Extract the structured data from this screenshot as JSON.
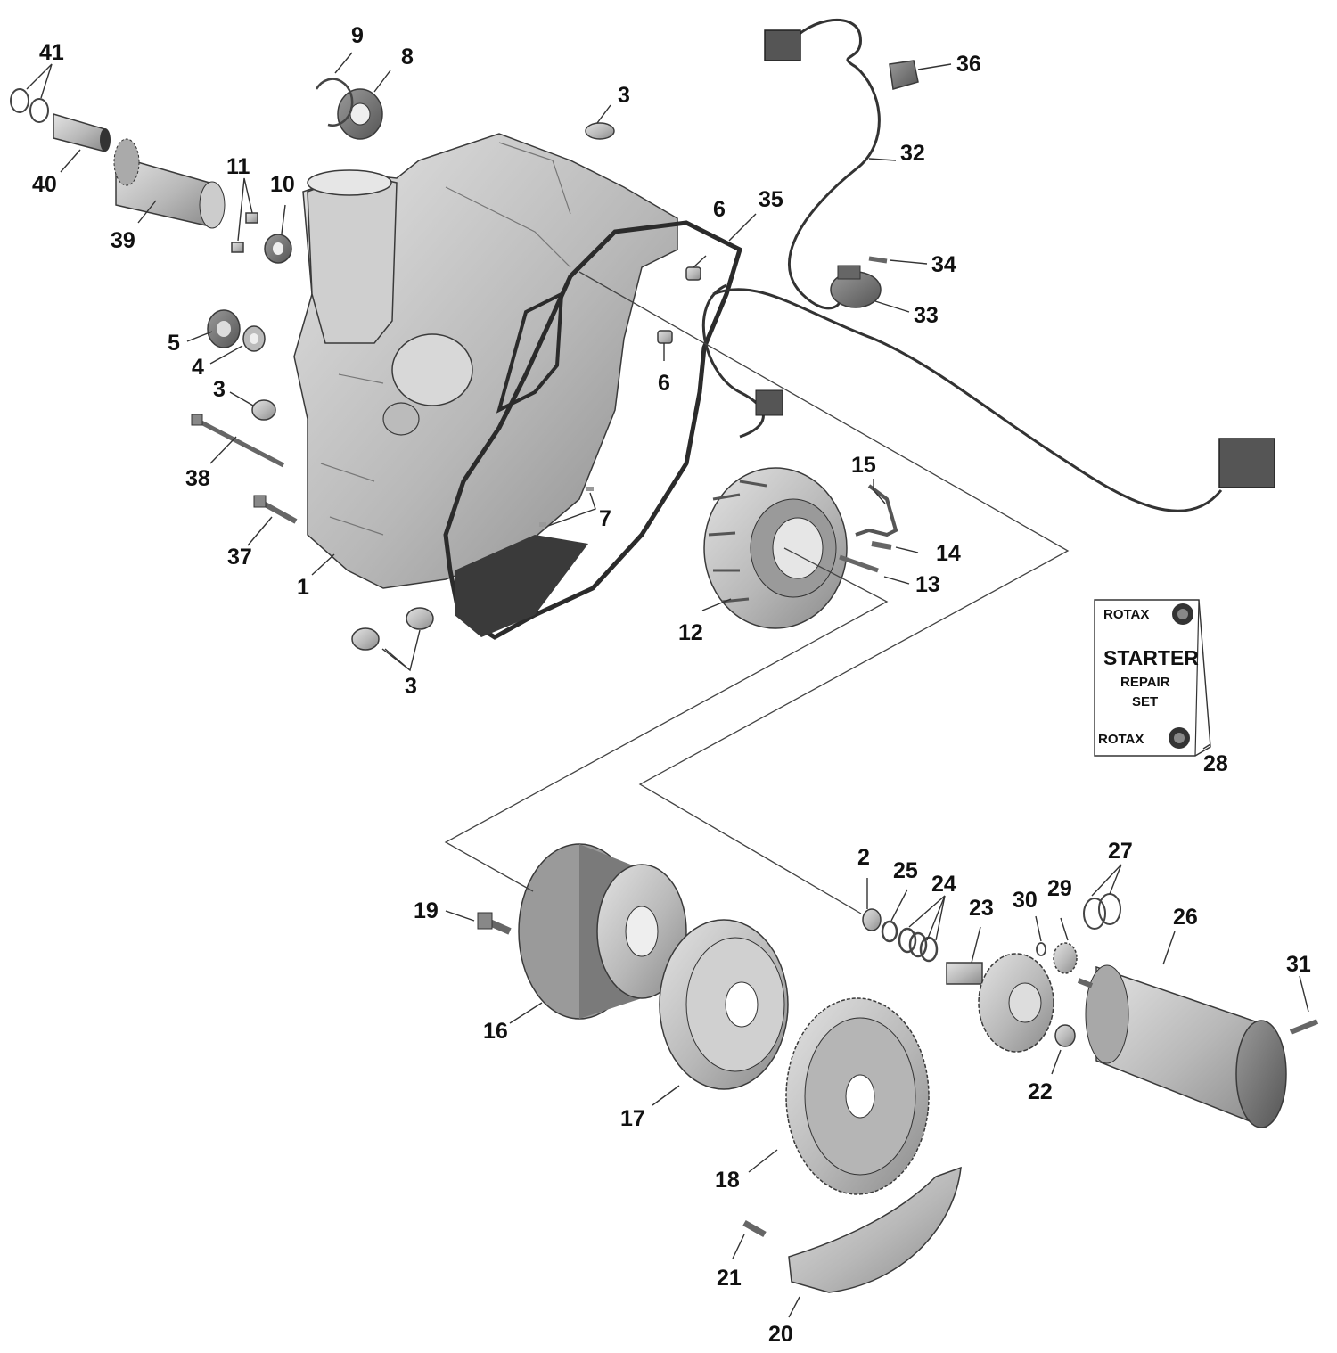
{
  "callouts": {
    "c1": "1",
    "c2": "2",
    "c3a": "3",
    "c3b": "3",
    "c3c": "3",
    "c4": "4",
    "c5": "5",
    "c6a": "6",
    "c6b": "6",
    "c7": "7",
    "c8": "8",
    "c9": "9",
    "c10": "10",
    "c11": "11",
    "c12": "12",
    "c13": "13",
    "c14": "14",
    "c15": "15",
    "c16": "16",
    "c17": "17",
    "c18": "18",
    "c19": "19",
    "c20": "20",
    "c21": "21",
    "c22": "22",
    "c23": "23",
    "c24": "24",
    "c25": "25",
    "c26": "26",
    "c27": "27",
    "c28": "28",
    "c29": "29",
    "c30": "30",
    "c31": "31",
    "c32": "32",
    "c33": "33",
    "c34": "34",
    "c35": "35",
    "c36": "36",
    "c37": "37",
    "c38": "38",
    "c39": "39",
    "c40": "40",
    "c41": "41"
  },
  "repair_kit": {
    "brand_top": "ROTAX",
    "title": "STARTER",
    "line1": "REPAIR",
    "line2": "SET",
    "brand_bottom": "ROTAX",
    "logo_icon": "brp-logo-icon"
  },
  "colors": {
    "part_fill": "#bdbdbd",
    "part_dark": "#6e6e6e",
    "gasket": "#2b2b2b"
  }
}
